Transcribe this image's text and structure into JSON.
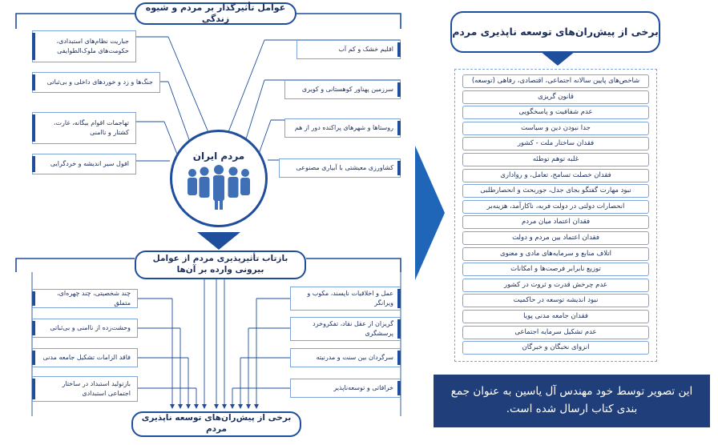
{
  "colors": {
    "primary": "#1f4e9c",
    "dark_text": "#1d2f5c",
    "caption_bg": "#1f3e7a",
    "arrow": "#1f66b8",
    "border_light": "#7fa4d8"
  },
  "top_section": {
    "title": "عوامل تأثیرگذار بر مردم و شیوه زندگی",
    "center_label": "مردم ایران",
    "center_icon": "people-group-icon",
    "left_items": [
      "جباریت نظام‌های استبدادی، حکومت‌های ملوک‌الطوایفی",
      "جنگ‌ها و زد و خوردهای داخلی و بی‌ثباتی",
      "تهاجمات اقوام بیگانه، غارت، کشتار و ناامنی",
      "افول سیر اندیشه و خردگرایی"
    ],
    "right_items": [
      "اقلیم خشک و کم آب",
      "سرزمین پهناور کوهستانی و کویری",
      "روستاها و شهرهای پراکنده دور از هم",
      "کشاورزی معیشتی با آبیاری مصنوعی"
    ]
  },
  "middle_section": {
    "title": "بازتاب تأثیرپذیری مردم از عوامل بیرونی وارده بر آن‌ها",
    "left_items": [
      "چند شخصیتی، چند چهره‌ای، متملق",
      "وحشت‌زده از ناامنی و بی‌ثباتی",
      "فاقد الزامات تشکیل جامعه مدنی",
      "بازتولید استبداد در ساختار اجتماعی استبدادی"
    ],
    "right_items": [
      "عمل و اخلاقیات ناپسند، مکوب و ویرانگر",
      "گریزان از عقل نقاد، تفکروخرد پرسشگری",
      "سرگردان بین سنت و مدرنیته",
      "خرافاتی و توسعه‌ناپذیر"
    ]
  },
  "bottom_section": {
    "title": "برخی از پیش‌ران‌های توسعه ناپذیری مردم"
  },
  "right_panel": {
    "title": "برخی از پیش‌ران‌های توسعه ناپذیری مردم",
    "items": [
      "شاخص‌های پایین سالانه اجتماعی، اقتصادی، رفاهی (توسعه)",
      "قانون گریزی",
      "عدم شفافیت و پاسخگویی",
      "جدا نبودن دین و سیاست",
      "فقدان ساختار ملت - کشور",
      "غلبه توهم توطئه",
      "فقدان خصلت تسامح، تعامل، و رواداری",
      "نبود مهارت گفتگو بجای جدل، جوربحث و انحصارطلبی",
      "انحصارات دولتی در دولت فربه، ناکارآمد، هزینه‌بر",
      "فقدان اعتماد میان مردم",
      "فقدان اعتماد بین مردم و دولت",
      "اتلاف منابع و سرمایه‌های مادی و معنوی",
      "توزیع نابرابر فرصت‌ها و امکانات",
      "عدم چرخش قدرت و ثروت در کشور",
      "نبود اندیشه توسعه در حاکمیت",
      "فقدان جامعه مدنی پویا",
      "عدم تشکیل سرمایه اجتماعی",
      "انزوای نخبگان و خبرگان"
    ]
  },
  "caption": "این تصویر توسط خود مهندس آل یاسین به عنوان جمع بندی کتاب ارسال شده است."
}
